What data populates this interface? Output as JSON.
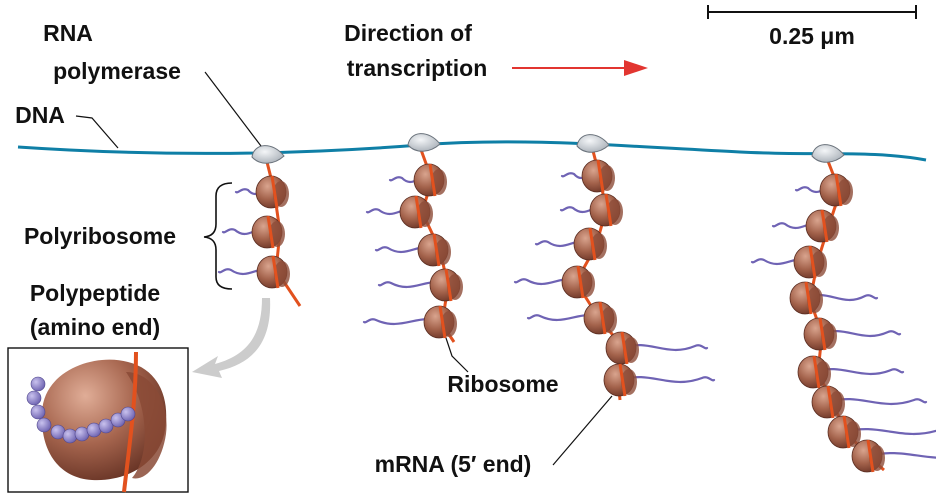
{
  "labels": {
    "rna_polymerase_line1": "RNA",
    "rna_polymerase_line2": "polymerase",
    "direction_line1": "Direction of",
    "direction_line2": "transcription",
    "scale_bar": "0.25 μm",
    "dna": "DNA",
    "polyribosome": "Polyribosome",
    "polypeptide_line1": "Polypeptide",
    "polypeptide_line2": "(amino end)",
    "ribosome": "Ribosome",
    "mrna": "mRNA (5′ end)"
  },
  "colors": {
    "dna": "#0f7fa6",
    "mrna": "#e2511e",
    "polypeptide": "#6f63b4",
    "ribosome": "#9a5a45",
    "polymerase": "#cfd4da",
    "arrow": "#e23530",
    "callout_arrow": "#cccccc"
  },
  "icons": {
    "direction_arrow": "right-arrow-icon",
    "callout_arrow": "curved-arrow-icon"
  }
}
